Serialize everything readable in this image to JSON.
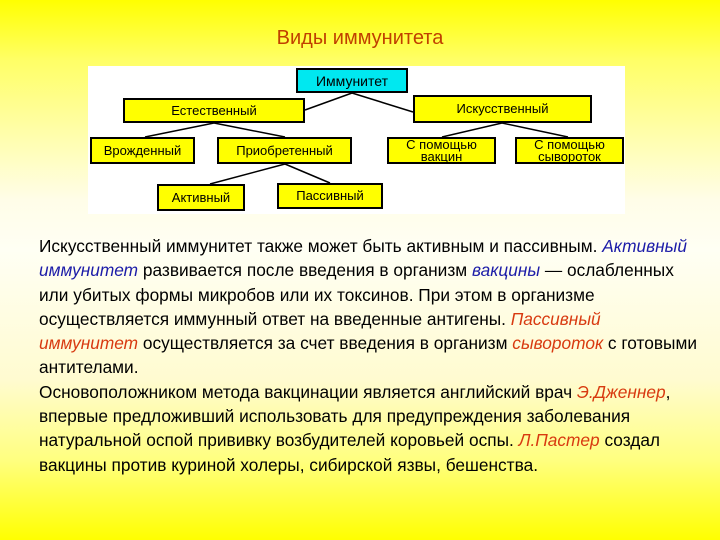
{
  "title": "Виды иммунитета",
  "colors": {
    "title": "#c04000",
    "box_fill": "#ffff00",
    "root_fill": "#00e8f0",
    "highlight_blue": "#1c1ca8",
    "highlight_red": "#d83a10"
  },
  "diagram": {
    "root": "Иммунитет",
    "natural": "Естественный",
    "artificial": "Искусственный",
    "innate": "Врожденный",
    "acquired": "Приобретенный",
    "active": "Активный",
    "passive": "Пассивный",
    "vaccines_line1": "С помощью",
    "vaccines_line2": "вакцин",
    "serums_line1": "С помощью",
    "serums_line2": "сывороток"
  },
  "body": {
    "p1_a": "Искусственный иммунитет также может быть активным и пассивным. ",
    "p1_b": "Активный иммунитет",
    "p1_c": " развивается после введения в организм ",
    "p1_d": "вакцины",
    "p1_e": " — ослабленных или убитых формы микробов или их токсинов. При этом в организме осуществляется иммунный ответ на введенные антигены. ",
    "p1_f": "Пассивный иммунитет",
    "p1_g": " осуществляется за счет введения в организм ",
    "p1_h": "сывороток",
    "p1_i": " с готовыми антителами.",
    "p2_a": "Основоположником метода вакцинации является английский врач ",
    "p2_b": "Э.Дженнер",
    "p2_c": ", впервые предложивший использовать для предупреждения заболевания натуральной оспой прививку возбудителей коровьей оспы. ",
    "p2_d": "Л.Пастер",
    "p2_e": " создал вакцины против куриной холеры, сибирской язвы, бешенства."
  }
}
